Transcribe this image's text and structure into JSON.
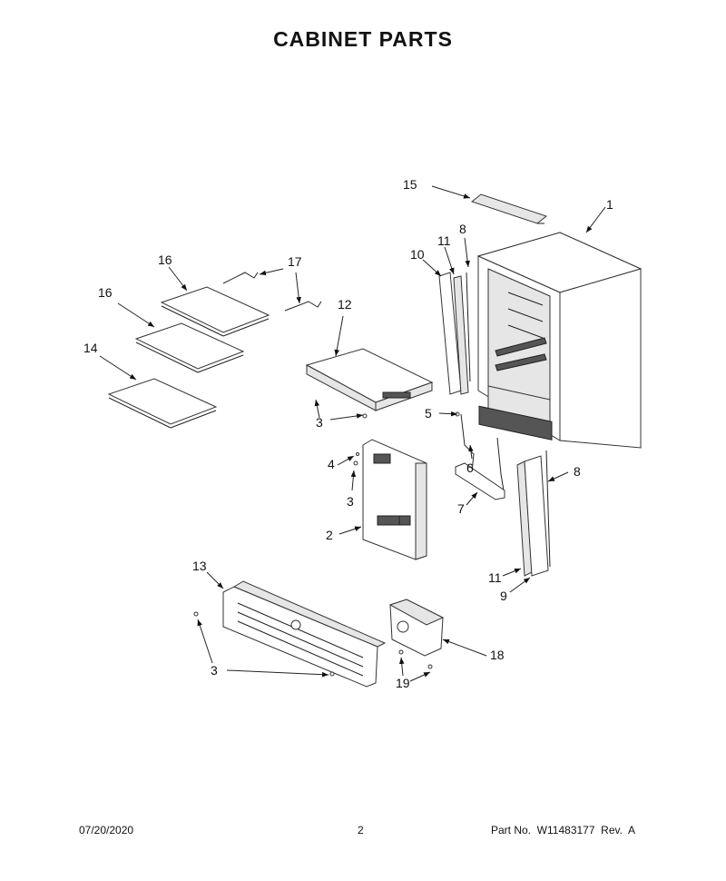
{
  "title": "CABINET PARTS",
  "callouts": {
    "c1": "1",
    "c2": "2",
    "c3a": "3",
    "c3b": "3",
    "c3c": "3",
    "c4": "4",
    "c5": "5",
    "c6": "6",
    "c7": "7",
    "c8a": "8",
    "c8b": "8",
    "c9": "9",
    "c10": "10",
    "c11a": "11",
    "c11b": "11",
    "c12": "12",
    "c13": "13",
    "c14": "14",
    "c15": "15",
    "c16a": "16",
    "c16b": "16",
    "c17": "17",
    "c18": "18",
    "c19": "19"
  },
  "footer": {
    "date": "07/20/2020",
    "page": "2",
    "part_number": "Part No.  W11483177  Rev.  A"
  }
}
